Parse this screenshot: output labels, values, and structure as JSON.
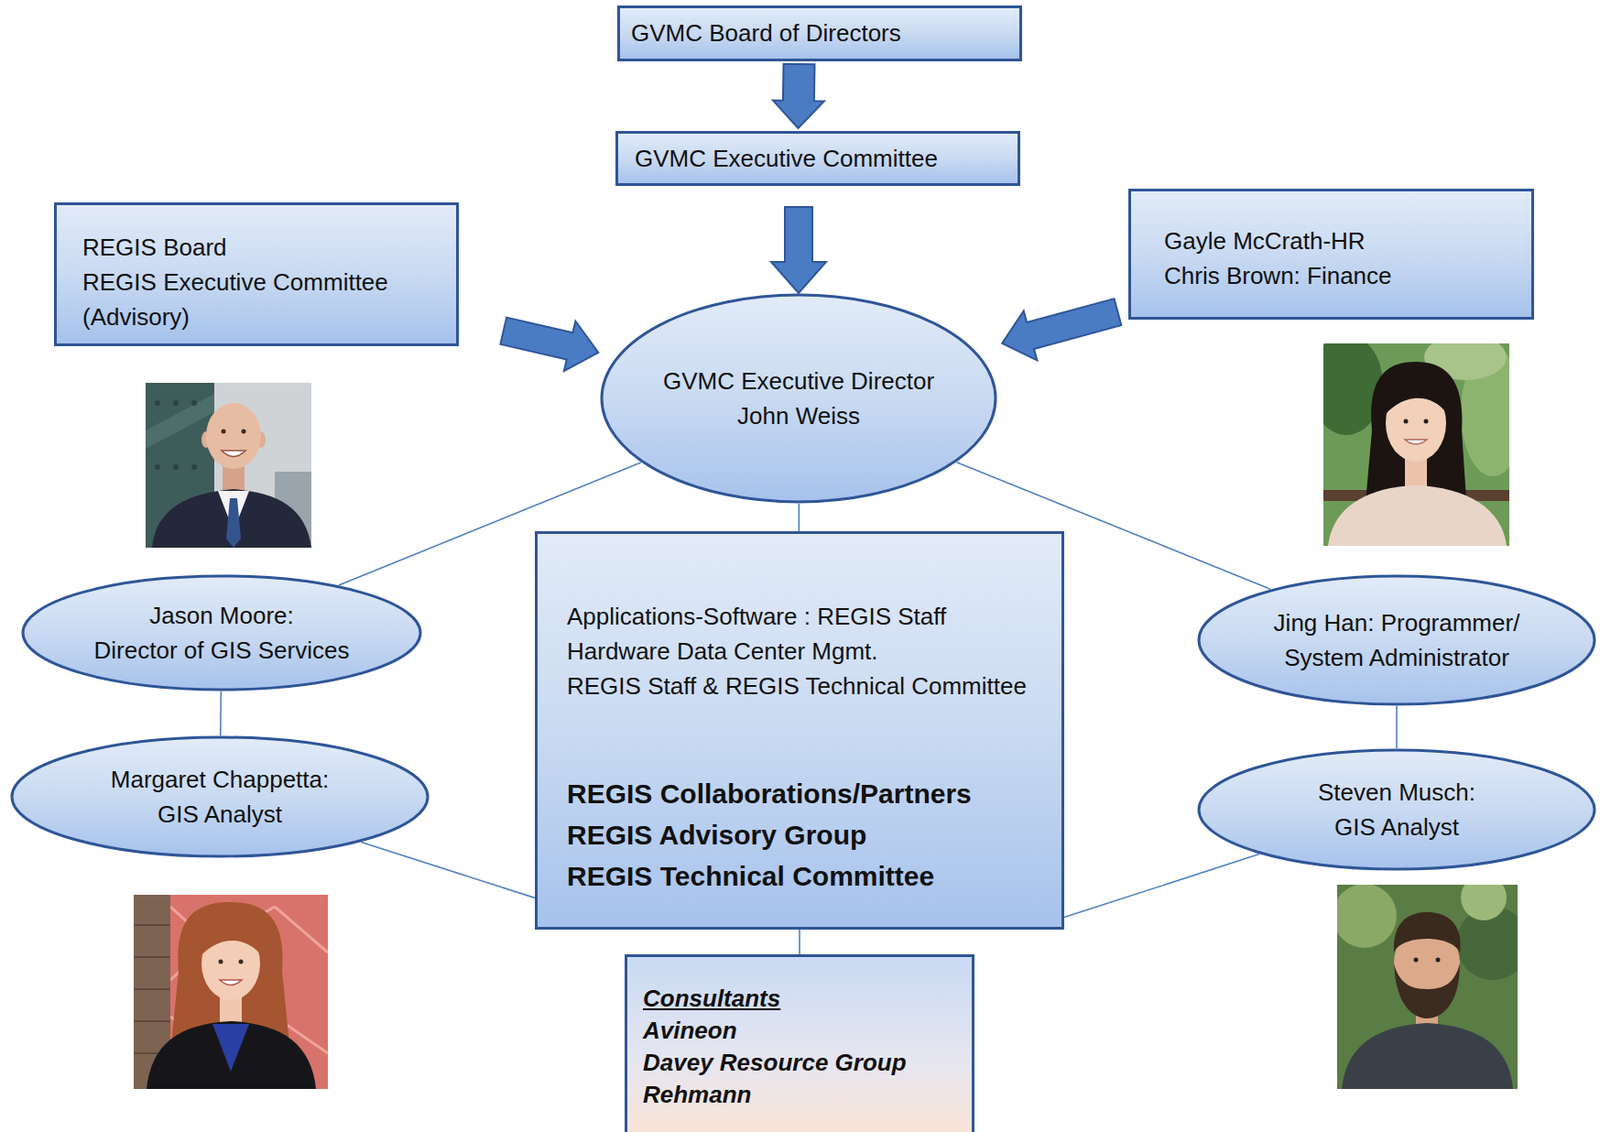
{
  "diagram": {
    "nodes": [
      {
        "text": [
          "GVMC Board of Directors"
        ]
      },
      {
        "text": [
          "GVMC Executive Committee"
        ]
      },
      {
        "text": [
          "REGIS Board",
          "REGIS Executive Committee (Advisory)"
        ]
      },
      {
        "text": [
          "Gayle McCrath-HR",
          "Chris Brown: Finance"
        ]
      },
      {
        "text": [
          "GVMC Executive Director",
          "John Weiss"
        ]
      },
      {
        "text": [
          "Applications-Software : REGIS Staff",
          "Hardware Data Center Mgmt.",
          "REGIS Staff & REGIS Technical Committee",
          "REGIS Collaborations/Partners",
          "REGIS Advisory Group",
          "REGIS Technical Committee"
        ]
      },
      {
        "text": [
          "Jason Moore:",
          "Director of GIS Services"
        ]
      },
      {
        "text": [
          "Jing Han: Programmer/ System Administrator"
        ]
      },
      {
        "text": [
          "Margaret Chappetta:",
          "GIS Analyst"
        ]
      },
      {
        "text": [
          "Steven Musch:",
          "GIS Analyst"
        ]
      },
      {
        "text": [
          "Consultants",
          "Avineon",
          "Davey Resource Group",
          "Rehmann"
        ]
      }
    ],
    "edges": [
      {
        "from": 0,
        "to": 1,
        "arrow": "to"
      },
      {
        "from": 1,
        "to": 4,
        "arrow": "to"
      },
      {
        "from": 2,
        "to": 4,
        "arrow": "to"
      },
      {
        "from": 3,
        "to": 4,
        "arrow": "to"
      },
      {
        "from": 4,
        "to": 5,
        "arrow": "none"
      },
      {
        "from": 4,
        "to": 6,
        "arrow": "none"
      },
      {
        "from": 4,
        "to": 7,
        "arrow": "none"
      },
      {
        "from": 6,
        "to": 8,
        "arrow": "none"
      },
      {
        "from": 7,
        "to": 9,
        "arrow": "none"
      },
      {
        "from": 8,
        "to": 5,
        "arrow": "none"
      },
      {
        "from": 9,
        "to": 5,
        "arrow": "none"
      },
      {
        "from": 5,
        "to": 10,
        "arrow": "none"
      }
    ]
  }
}
